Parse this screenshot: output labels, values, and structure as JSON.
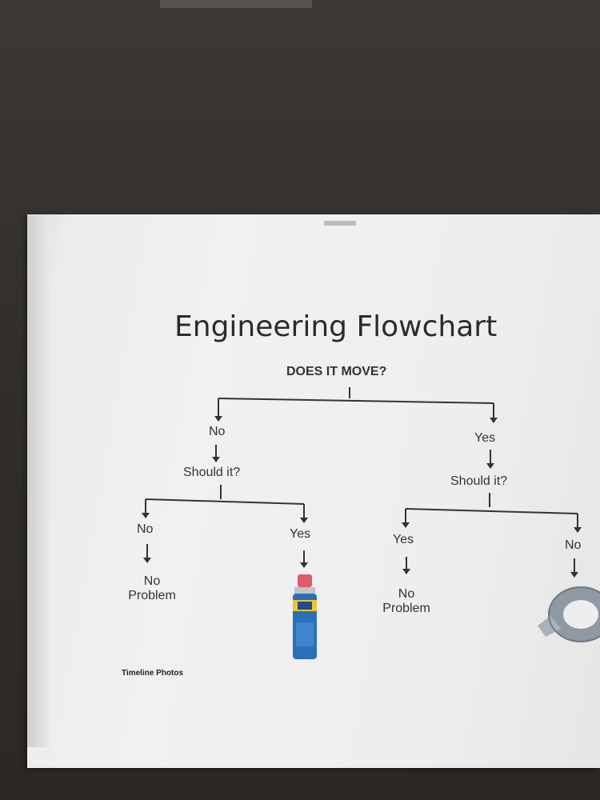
{
  "title": "Engineering Flowchart",
  "question": "DOES IT MOVE?",
  "left_branch": {
    "answer": "No",
    "followup": "Should it?",
    "no": {
      "answer": "No",
      "result_line1": "No",
      "result_line2": "Problem"
    },
    "yes": {
      "answer": "Yes",
      "result_icon": "wd40-spray-can-icon"
    }
  },
  "right_branch": {
    "answer": "Yes",
    "followup": "Should it?",
    "yes": {
      "answer": "Yes",
      "result_line1": "No",
      "result_line2": "Problem"
    },
    "no": {
      "answer": "No",
      "result_icon": "duct-tape-icon"
    }
  },
  "footer": "Timeline Photos",
  "colors": {
    "wall": "#312e2b",
    "paper": "#eeeeee",
    "ink": "#333333",
    "can_blue": "#2a6fb8",
    "can_cap": "#e05a6a",
    "tape_gray": "#8f98a3"
  }
}
